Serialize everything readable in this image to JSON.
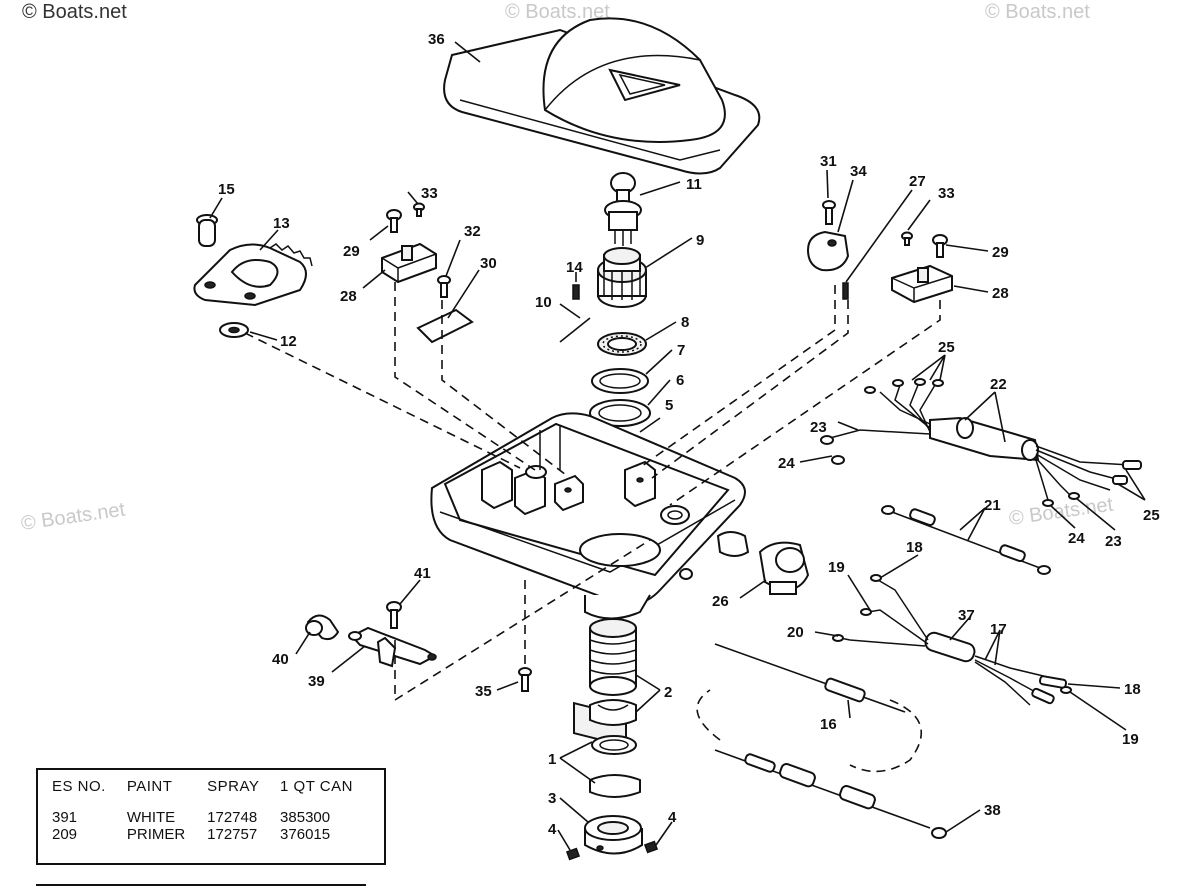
{
  "watermark": {
    "text": "© Boats.net"
  },
  "callouts": {
    "c1": "1",
    "c2": "2",
    "c3": "3",
    "c4": "4",
    "c5": "5",
    "c6": "6",
    "c7": "7",
    "c8": "8",
    "c9": "9",
    "c10": "10",
    "c11": "11",
    "c12": "12",
    "c13": "13",
    "c14": "14",
    "c15": "15",
    "c16": "16",
    "c17": "17",
    "c18": "18",
    "c19": "19",
    "c20": "20",
    "c21": "21",
    "c22": "22",
    "c23": "23",
    "c24": "24",
    "c25": "25",
    "c26": "26",
    "c27": "27",
    "c28": "28",
    "c29": "29",
    "c30": "30",
    "c31": "31",
    "c32": "32",
    "c33": "33",
    "c34": "34",
    "c35": "35",
    "c36": "36",
    "c37": "37",
    "c38": "38",
    "c39": "39",
    "c40": "40",
    "c41": "41"
  },
  "paint_table": {
    "headers": [
      "ES NO.",
      "PAINT",
      "SPRAY",
      "1 QT CAN"
    ],
    "rows": [
      [
        "391",
        "WHITE",
        "172748",
        "385300"
      ],
      [
        "209",
        "PRIMER",
        "172757",
        "376015"
      ]
    ]
  }
}
